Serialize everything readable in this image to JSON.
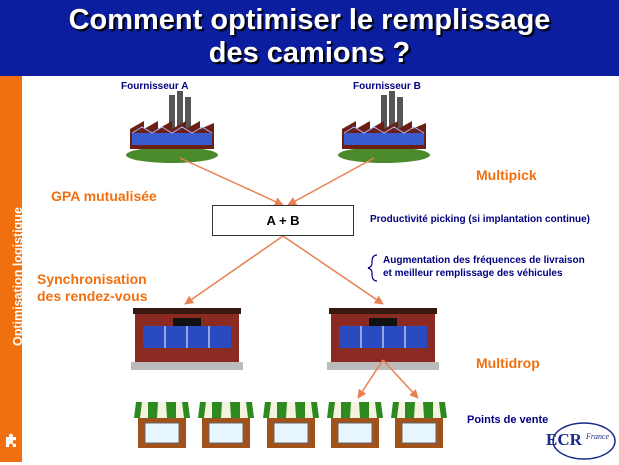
{
  "title": {
    "line1": "Comment optimiser le remplissage",
    "line2": "des camions ?"
  },
  "sidebar": {
    "label": "Optimisation logistique"
  },
  "suppliers": {
    "a": "Fournisseur A",
    "b": "Fournisseur B"
  },
  "nodes": {
    "consolidation_box": "A + B"
  },
  "labels": {
    "gpa": "GPA mutualisée",
    "multipick": "Multipick",
    "productivite": "Productivité picking (si implantation continue)",
    "augmentation_line1": "Augmentation des fréquences de livraison",
    "augmentation_line2": "et meilleur remplissage des véhicules",
    "sync_line1": "Synchronisation",
    "sync_line2": "des rendez-vous",
    "multidrop": "Multidrop",
    "points_de_vente": "Points de vente"
  },
  "logo": {
    "brand": "ECR",
    "country": "France"
  },
  "colors": {
    "header": "#0b1ea0",
    "accent": "#f07010",
    "arrow": "#e88050"
  }
}
